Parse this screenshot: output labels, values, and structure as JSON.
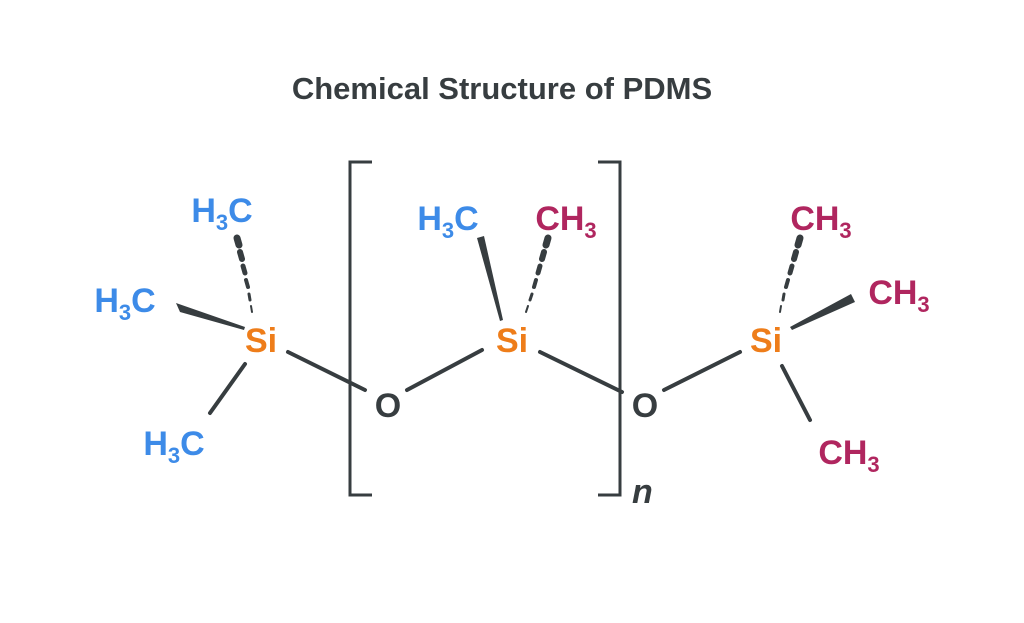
{
  "title": "Chemical Structure of PDMS",
  "colors": {
    "methyl_left": "#3d8be8",
    "methyl_right": "#b0265f",
    "silicon": "#ee7d1a",
    "oxygen": "#373d40",
    "bond": "#373d40"
  },
  "atoms": {
    "h3c": {
      "main": "H",
      "sub": "3",
      "tail": "C"
    },
    "ch3": {
      "main": "CH",
      "sub": "3"
    },
    "si": "Si",
    "o": "O"
  },
  "repeat_label": "n"
}
